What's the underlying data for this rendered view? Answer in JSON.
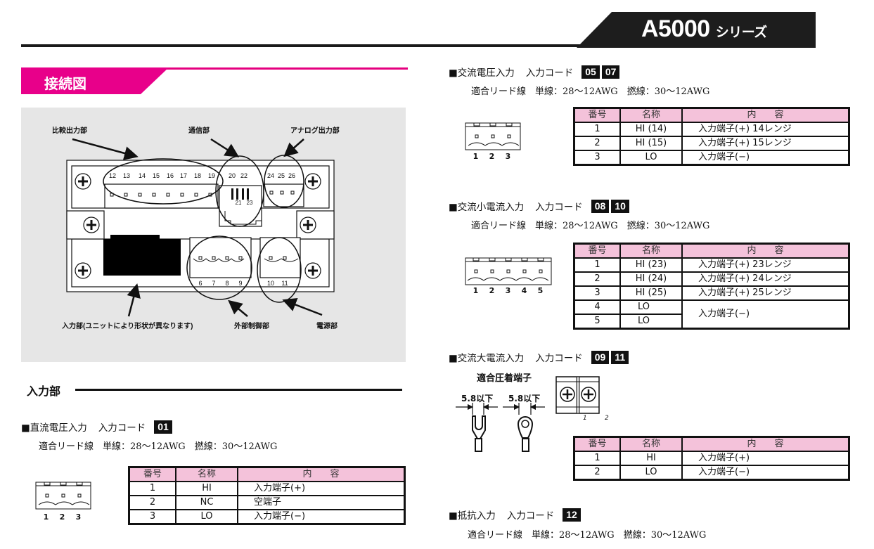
{
  "header": {
    "series_model": "A5000",
    "series_suffix": "シリーズ"
  },
  "section_title": "接続図",
  "diagram": {
    "labels": {
      "comparison_output": "比較出力部",
      "communication": "通信部",
      "analog_output": "アナログ出力部",
      "input": "入力部(ユニットにより形状が異なります)",
      "external_control": "外部制御部",
      "power": "電源部"
    },
    "comparison_pins": [
      "12",
      "13",
      "14",
      "15",
      "16",
      "17",
      "18",
      "19"
    ],
    "comm_pins_top": [
      "20",
      "22"
    ],
    "comm_pins_bottom": [
      "21",
      "23"
    ],
    "analog_pins": [
      "24",
      "25",
      "26"
    ],
    "external_pins": [
      "6",
      "7",
      "8",
      "9"
    ],
    "power_pins": [
      "10",
      "11"
    ]
  },
  "input_heading": "入力部",
  "table_headers": {
    "no": "番号",
    "name": "名称",
    "content": "内　　容"
  },
  "sections": [
    {
      "title": "■直流電圧入力",
      "code_label": "入力コード",
      "codes": [
        "01"
      ],
      "lead": "適合リード線　単線：28〜12AWG　撚線：30〜12AWG",
      "pins": [
        "1",
        "2",
        "3"
      ],
      "rows": [
        {
          "no": "1",
          "name": "HI",
          "content": "入力端子(+)"
        },
        {
          "no": "2",
          "name": "NC",
          "content": "空端子"
        },
        {
          "no": "3",
          "name": "LO",
          "content": "入力端子(−)"
        }
      ]
    },
    {
      "title": "■交流電圧入力",
      "code_label": "入力コード",
      "codes": [
        "05",
        "07"
      ],
      "lead": "適合リード線　単線：28〜12AWG　撚線：30〜12AWG",
      "pins": [
        "1",
        "2",
        "3"
      ],
      "rows": [
        {
          "no": "1",
          "name": "HI (14)",
          "content": "入力端子(+) 14レンジ"
        },
        {
          "no": "2",
          "name": "HI (15)",
          "content": "入力端子(+) 15レンジ"
        },
        {
          "no": "3",
          "name": "LO",
          "content": "入力端子(−)"
        }
      ]
    },
    {
      "title": "■交流小電流入力",
      "code_label": "入力コード",
      "codes": [
        "08",
        "10"
      ],
      "lead": "適合リード線　単線：28〜12AWG　撚線：30〜12AWG",
      "pins": [
        "1",
        "2",
        "3",
        "4",
        "5"
      ],
      "rows": [
        {
          "no": "1",
          "name": "HI (23)",
          "content": "入力端子(+) 23レンジ"
        },
        {
          "no": "2",
          "name": "HI (24)",
          "content": "入力端子(+) 24レンジ"
        },
        {
          "no": "3",
          "name": "HI (25)",
          "content": "入力端子(+) 25レンジ"
        },
        {
          "no": "4",
          "name": "LO",
          "content": "入力端子(−)"
        },
        {
          "no": "5",
          "name": "LO",
          "content": ""
        }
      ]
    },
    {
      "title": "■交流大電流入力",
      "code_label": "入力コード",
      "codes": [
        "09",
        "11"
      ],
      "crimp_title": "適合圧着端子",
      "dims": [
        "5.8以下",
        "5.8以下"
      ],
      "pins": [
        "1",
        "2"
      ],
      "rows": [
        {
          "no": "1",
          "name": "HI",
          "content": "入力端子(+)"
        },
        {
          "no": "2",
          "name": "LO",
          "content": "入力端子(−)"
        }
      ]
    },
    {
      "title": "■抵抗入力",
      "code_label": "入力コード",
      "codes": [
        "12"
      ],
      "lead": "適合リード線　単線：28〜12AWG　撚線：30〜12AWG"
    }
  ]
}
